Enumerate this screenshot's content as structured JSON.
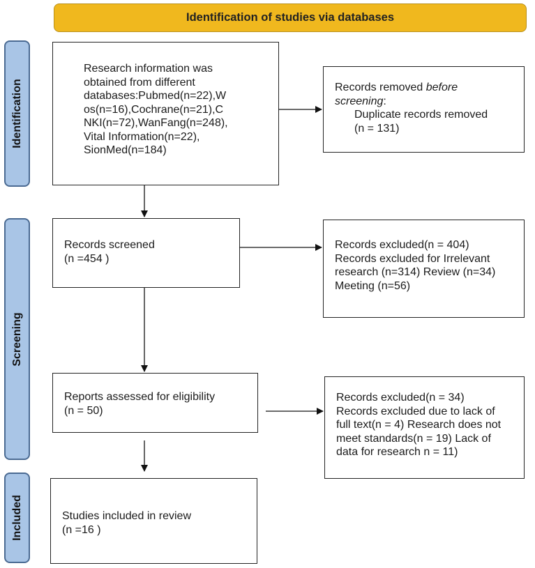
{
  "banner": "Identification of studies via databases",
  "phases": {
    "identification": "Identification",
    "screening": "Screening",
    "included": "Included"
  },
  "boxes": {
    "databases": "Research information was\nobtained from different\ndatabases:Pubmed(n=22),W\nos(n=16),Cochrane(n=21),C\nNKI(n=72),WanFang(n=248),\nVital Information(n=22),\nSionMed(n=184)",
    "removed": {
      "line1_prefix": "Records removed ",
      "line1_italic": "before",
      "line2_italic": "screening",
      "line2_suffix": ":",
      "line3": "Duplicate records removed",
      "line4": "(n = 131)"
    },
    "screened": "Records screened\n(n =454 )",
    "excluded_screening": "Records excluded(n = 404)\nRecords excluded for Irrelevant\nresearch (n=314) Review (n=34)\nMeeting (n=56)",
    "eligibility": "Reports assessed for eligibility\n(n = 50)",
    "excluded_eligibility": "Records excluded(n = 34)\nRecords excluded due to lack of\nfull text(n = 4) Research does not\nmeet standards(n = 19) Lack of\ndata for research n = 11)",
    "included": "Studies included in review\n(n =16 )"
  }
}
